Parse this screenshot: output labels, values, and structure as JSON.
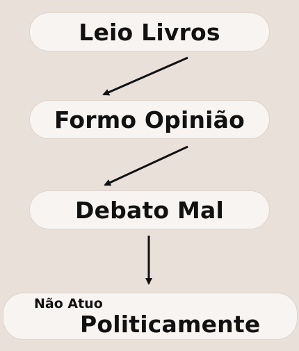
{
  "steps": [
    {
      "label": "Leio Livros"
    },
    {
      "label": "Formo Opinião"
    },
    {
      "label": "Debato Mal"
    },
    {
      "label_top": "Não Atuo",
      "label": "Politicamente"
    }
  ],
  "colors": {
    "background": "#e9e0da",
    "box_fill": "#f7f4f2",
    "box_border": "#ddd3cc",
    "text": "#111111",
    "arrow": "#111111"
  }
}
